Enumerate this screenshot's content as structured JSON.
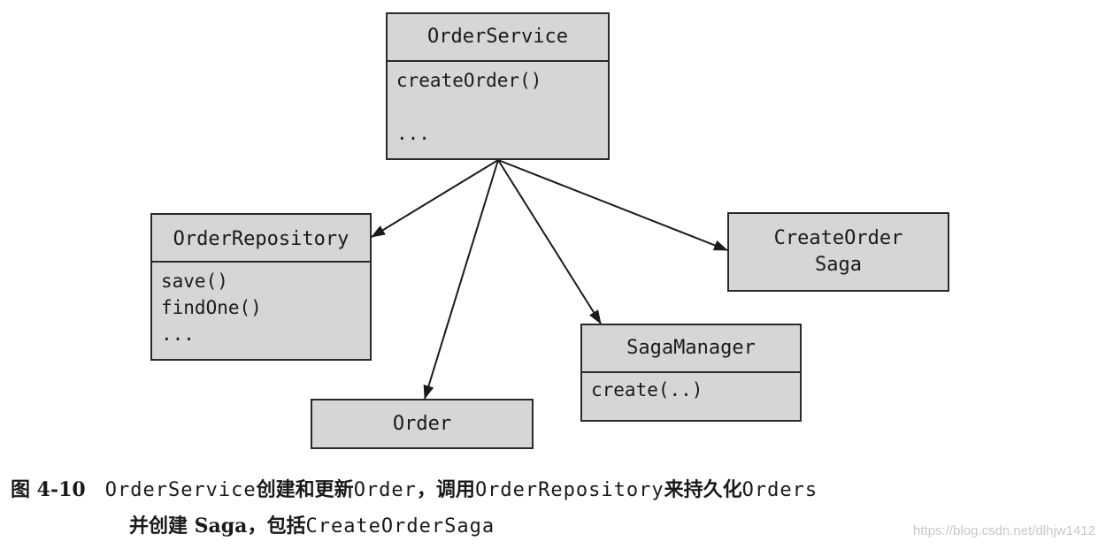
{
  "diagram": {
    "order_service": {
      "title": "OrderService",
      "methods": [
        "createOrder()",
        "..."
      ]
    },
    "order_repository": {
      "title": "OrderRepository",
      "methods": [
        "save()",
        "findOne()",
        "..."
      ]
    },
    "create_order_saga": {
      "lines": [
        "CreateOrder",
        "Saga"
      ]
    },
    "saga_manager": {
      "title": "SagaManager",
      "methods": [
        "create(..)"
      ]
    },
    "order": {
      "title": "Order"
    }
  },
  "caption": {
    "number": "图 4-10",
    "parts": [
      "OrderService",
      "创建和更新",
      "Order",
      "，调用",
      "OrderRepository",
      "来持久化",
      "Orders"
    ],
    "line2_parts": [
      "并创建 Saga，包括",
      "CreateOrderSaga"
    ]
  },
  "watermark": "https://blog.csdn.net/dlhjw1412"
}
